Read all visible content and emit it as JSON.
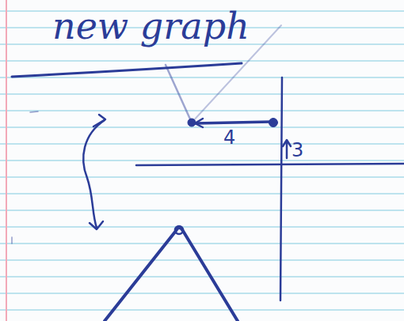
{
  "diagram": {
    "title": "new graph",
    "labels": [
      "4",
      "3"
    ]
  }
}
